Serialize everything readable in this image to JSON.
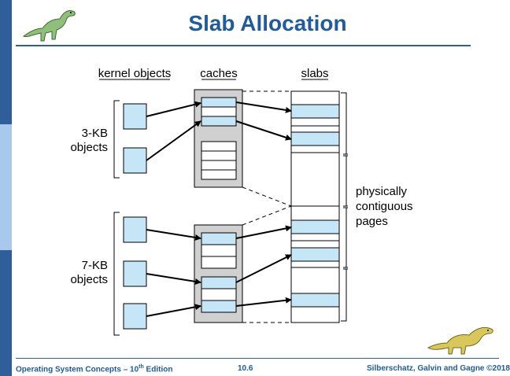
{
  "slide": {
    "title": "Slab Allocation"
  },
  "diagram": {
    "column_headers": {
      "kernel_objects": "kernel objects",
      "caches": "caches",
      "slabs": "slabs"
    },
    "group_labels": {
      "small_line1": "3-KB",
      "small_line2": "objects",
      "large_line1": "7-KB",
      "large_line2": "objects"
    },
    "pages_label": {
      "line1": "physically",
      "line2": "contiguous",
      "line3": "pages"
    },
    "colors": {
      "object_fill": "#c4e6f6",
      "cache_fill": "#d0d0d0",
      "stroke": "#000000",
      "title": "#1f5b9e",
      "sidebar": "#2e5f9a"
    }
  },
  "footer": {
    "book_title_prefix": "Operating System Concepts – 10",
    "book_title_sup": "th",
    "book_title_suffix": " Edition",
    "page_number": "10.6",
    "copyright": "Silberschatz, Galvin and Gagne ©2018"
  }
}
